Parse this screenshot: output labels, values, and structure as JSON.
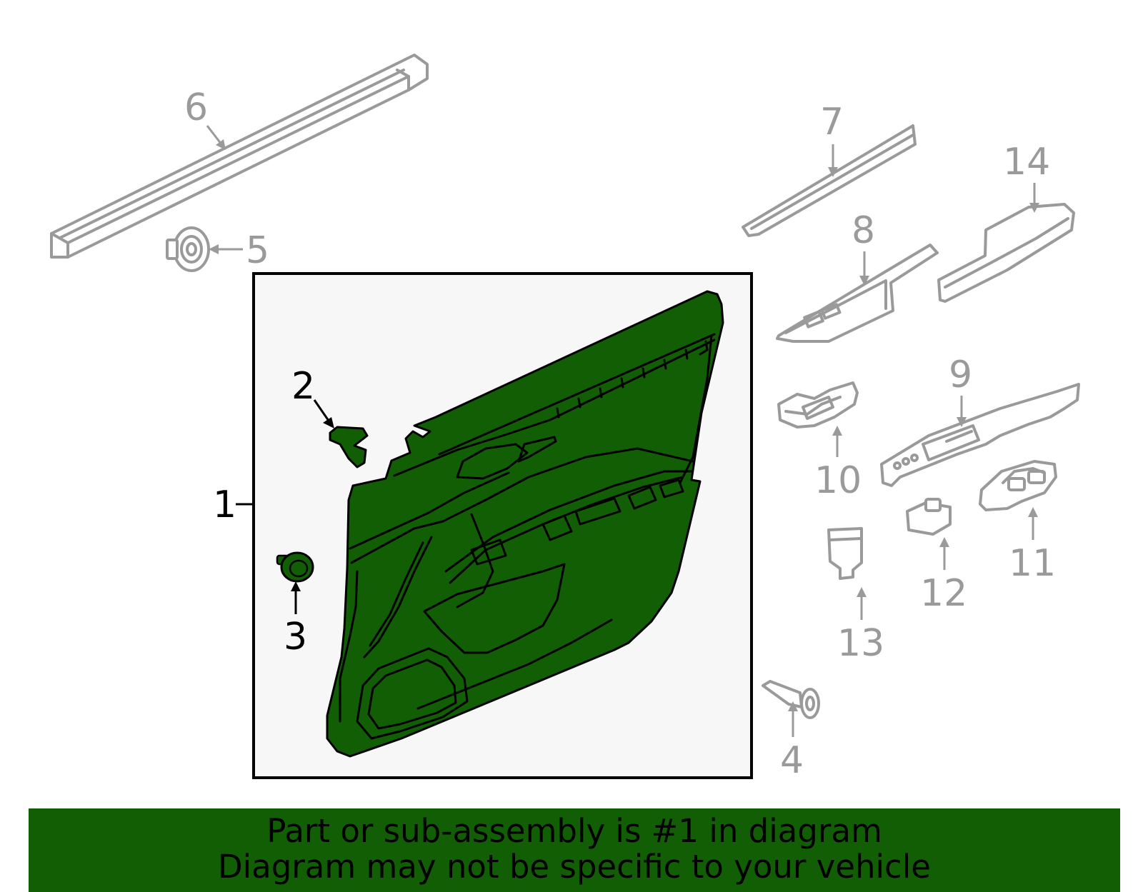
{
  "callouts": {
    "c1": "1",
    "c2": "2",
    "c3": "3",
    "c4": "4",
    "c5": "5",
    "c6": "6",
    "c7": "7",
    "c8": "8",
    "c9": "9",
    "c10": "10",
    "c11": "11",
    "c12": "12",
    "c13": "13",
    "c14": "14"
  },
  "banner": {
    "line1": "Part or sub-assembly is #1 in diagram",
    "line2": "Diagram may not be specific to your vehicle"
  },
  "colors": {
    "highlight": "#115e05",
    "other_parts": "#9a9a9a",
    "frame_bg": "#f7f7f7"
  }
}
